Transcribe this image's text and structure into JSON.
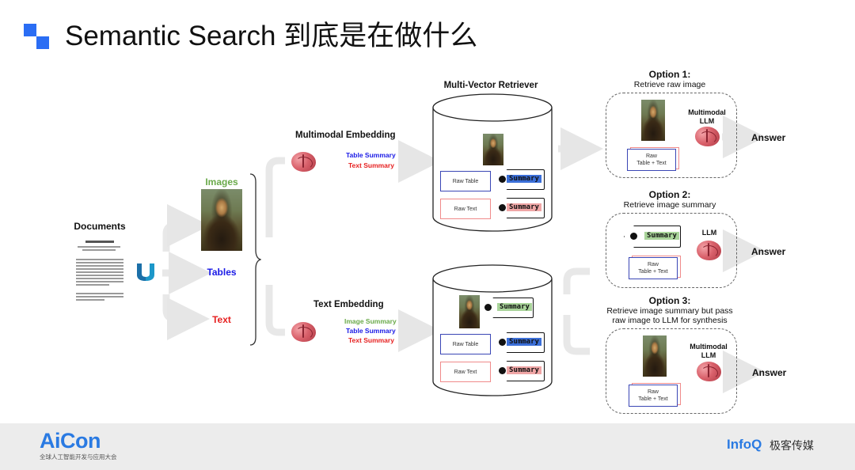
{
  "header": {
    "title": "Semantic Search 到底是在做什么"
  },
  "left": {
    "documents": "Documents",
    "images": "Images",
    "tables": "Tables",
    "text": "Text"
  },
  "mm": {
    "label": "Multimodal Embedding",
    "table_summary": "Table Summary",
    "text_summary": "Text Summary"
  },
  "te": {
    "label": "Text Embedding",
    "image_summary": "Image Summary",
    "table_summary": "Table Summary",
    "text_summary": "Text Summary"
  },
  "retriever": {
    "title": "Multi-Vector Retriever",
    "raw_table": "Raw Table",
    "raw_text": "Raw Text",
    "summary": "Summary"
  },
  "options": {
    "opt1_title": "Option 1:",
    "opt1_sub": "Retrieve raw image",
    "opt1_model_1": "Multimodal",
    "opt1_model_2": "LLM",
    "opt2_title": "Option 2:",
    "opt2_sub": "Retrieve image summary",
    "opt2_model": "LLM",
    "opt3_title": "Option 3:",
    "opt3_sub_1": "Retrieve image summary but pass",
    "opt3_sub_2": "raw image to LLM for synthesis",
    "opt3_model_1": "Multimodal",
    "opt3_model_2": "LLM",
    "raw": "Raw",
    "table_text": "Table + Text",
    "summary": "Summary",
    "answer": "Answer"
  },
  "footer": {
    "aicon": "AiCon",
    "aicon_sub": "全球人工智能开发与应用大会",
    "infoq": "InfoQ",
    "geek": "极客传媒"
  },
  "colors": {
    "blue": "#1a1ae6",
    "red": "#e62020",
    "green": "#6aaa4a",
    "accent": "#1a73e8",
    "aicon": "#2a7ae2"
  }
}
